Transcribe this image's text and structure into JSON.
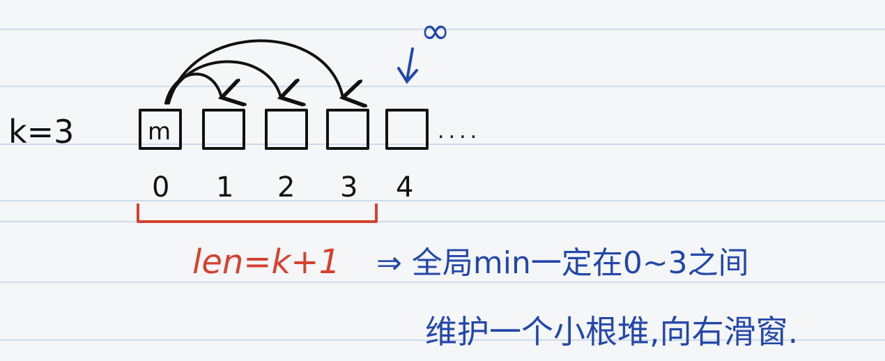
{
  "colors": {
    "paper": "#f4f6f8",
    "rule_line": "#b9cde2",
    "ink_black": "#111111",
    "ink_red": "#d6412f",
    "ink_blue": "#2447a8"
  },
  "left_label": "k=3",
  "boxes": [
    {
      "index": "0",
      "content": "m"
    },
    {
      "index": "1",
      "content": ""
    },
    {
      "index": "2",
      "content": ""
    },
    {
      "index": "3",
      "content": ""
    },
    {
      "index": "4",
      "content": ""
    }
  ],
  "ellipsis": "....",
  "window_label": "len=k+1",
  "conclusion_line1": "⇒ 全局min一定在0~3之间",
  "conclusion_line2": "维护一个小根堆,向右滑窗.",
  "new_element_marker": "∞"
}
